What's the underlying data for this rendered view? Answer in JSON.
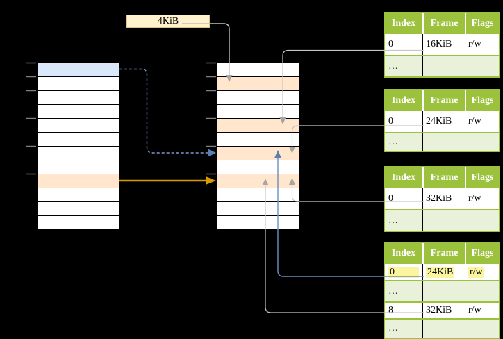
{
  "page_size_label": "4KiB",
  "colors": {
    "background": "#000000",
    "table_green": "#9CC13C",
    "table_row_green": "#EAF1DB",
    "slot_blue": "#DAE8FC",
    "slot_orange": "#FFE6CC",
    "page_size_box_fill": "#FFF2CC",
    "highlight_yellow": "#FBF5A0",
    "arrow_orange": "#D79B00",
    "arrow_blue": "#6C8EBF",
    "arrow_gray": "#BFBFBF"
  },
  "virtual_memory": {
    "slots": [
      "blue",
      "white",
      "white",
      "white",
      "white",
      "white",
      "white",
      "white",
      "orange",
      "white",
      "white",
      "white"
    ]
  },
  "physical_memory": {
    "slots": [
      "white",
      "orange",
      "white",
      "white",
      "orange",
      "white",
      "orange",
      "white",
      "orange",
      "white",
      "white",
      "white"
    ]
  },
  "tables": [
    {
      "headers": [
        "Index",
        "Frame",
        "Flags"
      ],
      "rows": [
        {
          "cells": [
            "0",
            "16KiB",
            "r/w"
          ]
        },
        {
          "cells": [
            "…",
            "",
            ""
          ]
        }
      ]
    },
    {
      "headers": [
        "Index",
        "Frame",
        "Flags"
      ],
      "rows": [
        {
          "cells": [
            "0",
            "24KiB",
            "r/w"
          ]
        },
        {
          "cells": [
            "…",
            "",
            ""
          ]
        }
      ]
    },
    {
      "headers": [
        "Index",
        "Frame",
        "Flags"
      ],
      "rows": [
        {
          "cells": [
            "0",
            "32KiB",
            "r/w"
          ]
        },
        {
          "cells": [
            "…",
            "",
            ""
          ]
        }
      ]
    },
    {
      "headers": [
        "Index",
        "Frame",
        "Flags"
      ],
      "rows": [
        {
          "cells": [
            "0",
            "24KiB",
            "r/w"
          ],
          "highlighted": true
        },
        {
          "cells": [
            "…",
            "",
            ""
          ]
        },
        {
          "cells": [
            "8",
            "32KiB",
            "r/w"
          ]
        },
        {
          "cells": [
            "…",
            "",
            ""
          ]
        }
      ]
    }
  ]
}
